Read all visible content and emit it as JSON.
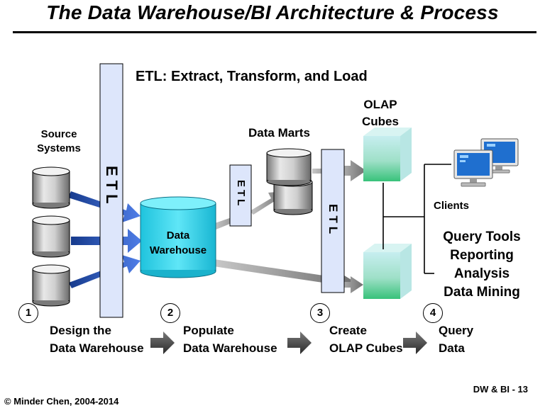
{
  "title": "The Data Warehouse/BI Architecture & Process",
  "etl_heading": "ETL: Extract, Transform, and Load",
  "source_systems": {
    "line1": "Source",
    "line2": "Systems"
  },
  "etl_bar_label": "ETL",
  "data_warehouse": {
    "line1": "Data",
    "line2": "Warehouse"
  },
  "data_marts_label": "Data Marts",
  "olap_cubes": {
    "line1": "OLAP",
    "line2": "Cubes"
  },
  "clients_label": "Clients",
  "bi_tools": [
    "Query Tools",
    "Reporting",
    "Analysis",
    "Data Mining"
  ],
  "steps": [
    {
      "number": "1",
      "line1": "Design the",
      "line2": "Data Warehouse"
    },
    {
      "number": "2",
      "line1": "Populate",
      "line2": "Data Warehouse"
    },
    {
      "number": "3",
      "line1": "Create",
      "line2": "OLAP Cubes"
    },
    {
      "number": "4",
      "line1": "Query",
      "line2": "Data"
    }
  ],
  "footer": {
    "copyright": "© Minder Chen, 2004-2014",
    "page": "DW & BI - 13"
  },
  "colors": {
    "etl_bar": "#dde6fb",
    "warehouse": "#2fd8f0",
    "cube_front": "#a9e8c2",
    "cube_accent": "#37c57a",
    "arrow_blue": "#1f57c8",
    "arrow_gray": "#8a8a8a"
  }
}
